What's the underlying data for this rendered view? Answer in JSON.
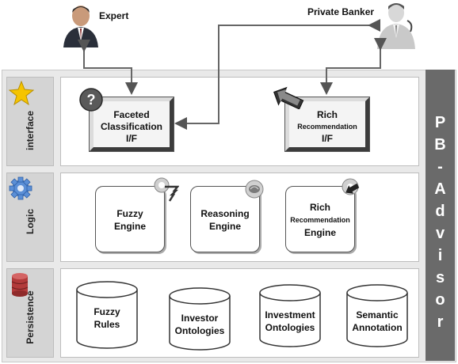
{
  "actors": {
    "expert": "Expert",
    "private_banker": "Private Banker"
  },
  "layers": {
    "interface": "interface",
    "logic": "Logic",
    "persistence": "Persistence"
  },
  "interface_components": {
    "faceted": [
      "Faceted",
      "Classification",
      "I/F"
    ],
    "rich": [
      "Rich",
      "Recommendation",
      "I/F"
    ]
  },
  "logic_components": {
    "fuzzy": [
      "Fuzzy",
      "Engine"
    ],
    "reasoning": [
      "Reasoning",
      "Engine"
    ],
    "rich": [
      "Rich",
      "Recommendation",
      "Engine"
    ]
  },
  "persistence_components": {
    "fuzzy_rules": [
      "Fuzzy",
      "Rules"
    ],
    "investor": [
      "Investor",
      "Ontologies"
    ],
    "investment": [
      "Investment",
      "Ontologies"
    ],
    "semantic": [
      "Semantic",
      "Annotation"
    ]
  },
  "side_banner": [
    "P",
    "B",
    "-",
    "A",
    "d",
    "v",
    "i",
    "s",
    "o",
    "r"
  ],
  "colors": {
    "side_banner": "#6a6a6a",
    "layer_label_bg": "#d4d4d4",
    "star": "#f5c400",
    "gear": "#5b8fd6",
    "database": "#b23a3a"
  }
}
